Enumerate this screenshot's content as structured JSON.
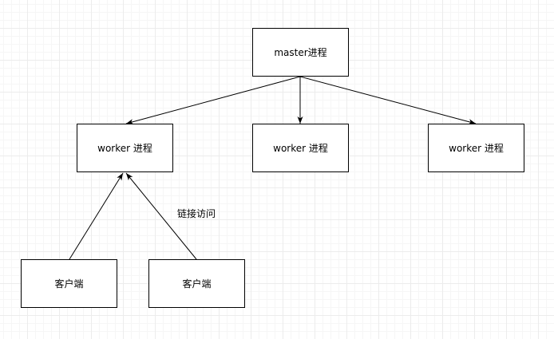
{
  "diagram": {
    "nodes": {
      "master": "master进程",
      "worker_1": "worker 进程",
      "worker_2": "worker 进程",
      "worker_3": "worker 进程",
      "client_1": "客户端",
      "client_2": "客户端"
    },
    "edges": [
      {
        "from": "master",
        "to": "worker_1",
        "label": ""
      },
      {
        "from": "master",
        "to": "worker_2",
        "label": ""
      },
      {
        "from": "master",
        "to": "worker_3",
        "label": ""
      },
      {
        "from": "client_1",
        "to": "worker_1",
        "label": ""
      },
      {
        "from": "client_2",
        "to": "worker_1",
        "label": "链接访问"
      }
    ],
    "edge_label": "链接访问",
    "colors": {
      "stroke": "#000000",
      "background": "#ffffff",
      "grid": "#ececec"
    }
  }
}
